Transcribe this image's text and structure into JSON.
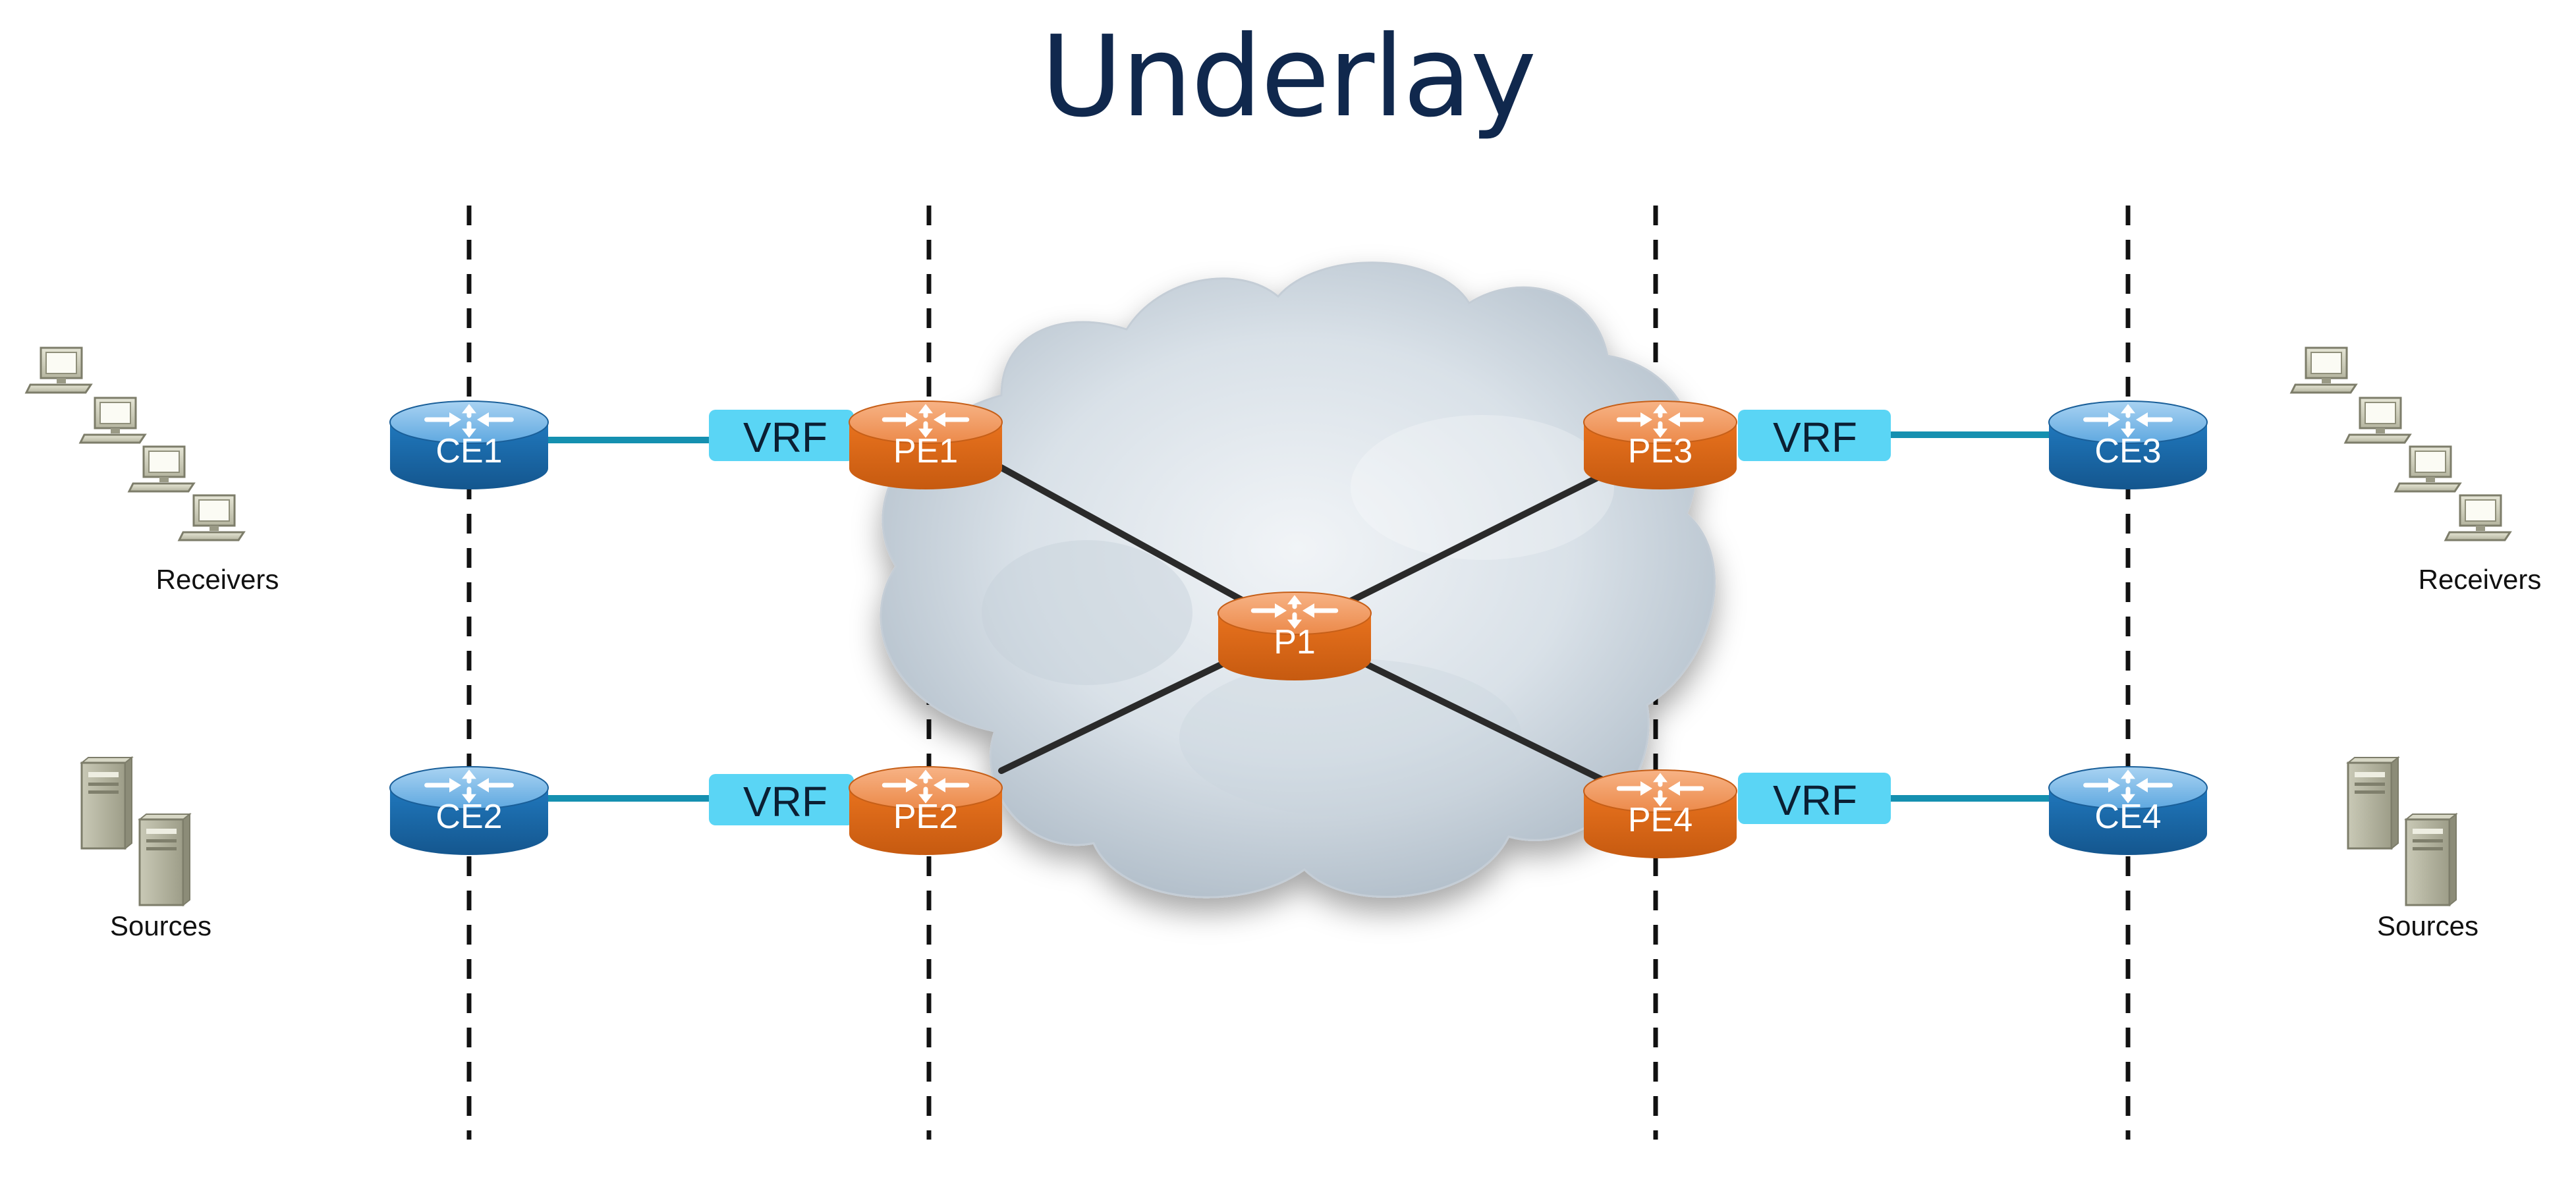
{
  "diagram": {
    "title": "Underlay",
    "colors": {
      "title": "#10284d",
      "pe_router": "#e86f1c",
      "ce_router": "#1f73b7",
      "vrf_box": "#5ad5f5",
      "access_link": "#1590b0",
      "core_link": "#2a2a2a",
      "cloud": "#dde5ec"
    },
    "routers": {
      "ce1": {
        "label": "CE1",
        "role": "ce"
      },
      "ce2": {
        "label": "CE2",
        "role": "ce"
      },
      "ce3": {
        "label": "CE3",
        "role": "ce"
      },
      "ce4": {
        "label": "CE4",
        "role": "ce"
      },
      "pe1": {
        "label": "PE1",
        "role": "pe"
      },
      "pe2": {
        "label": "PE2",
        "role": "pe"
      },
      "pe3": {
        "label": "PE3",
        "role": "pe"
      },
      "pe4": {
        "label": "PE4",
        "role": "pe"
      },
      "p1": {
        "label": "P1",
        "role": "p"
      }
    },
    "vrf_label": "VRF",
    "groups": {
      "receivers_left": "Receivers",
      "receivers_right": "Receivers",
      "sources_left": "Sources",
      "sources_right": "Sources"
    },
    "icons": {
      "receivers": "workstation-icon",
      "sources": "server-icon",
      "router": "router-icon",
      "network": "cloud-icon"
    },
    "connections": [
      [
        "ce1",
        "pe1",
        "vrf"
      ],
      [
        "ce2",
        "pe2",
        "vrf"
      ],
      [
        "ce3",
        "pe3",
        "vrf"
      ],
      [
        "ce4",
        "pe4",
        "vrf"
      ],
      [
        "pe1",
        "p1",
        "core"
      ],
      [
        "pe2",
        "p1",
        "core"
      ],
      [
        "pe3",
        "p1",
        "core"
      ],
      [
        "pe4",
        "p1",
        "core"
      ]
    ]
  }
}
